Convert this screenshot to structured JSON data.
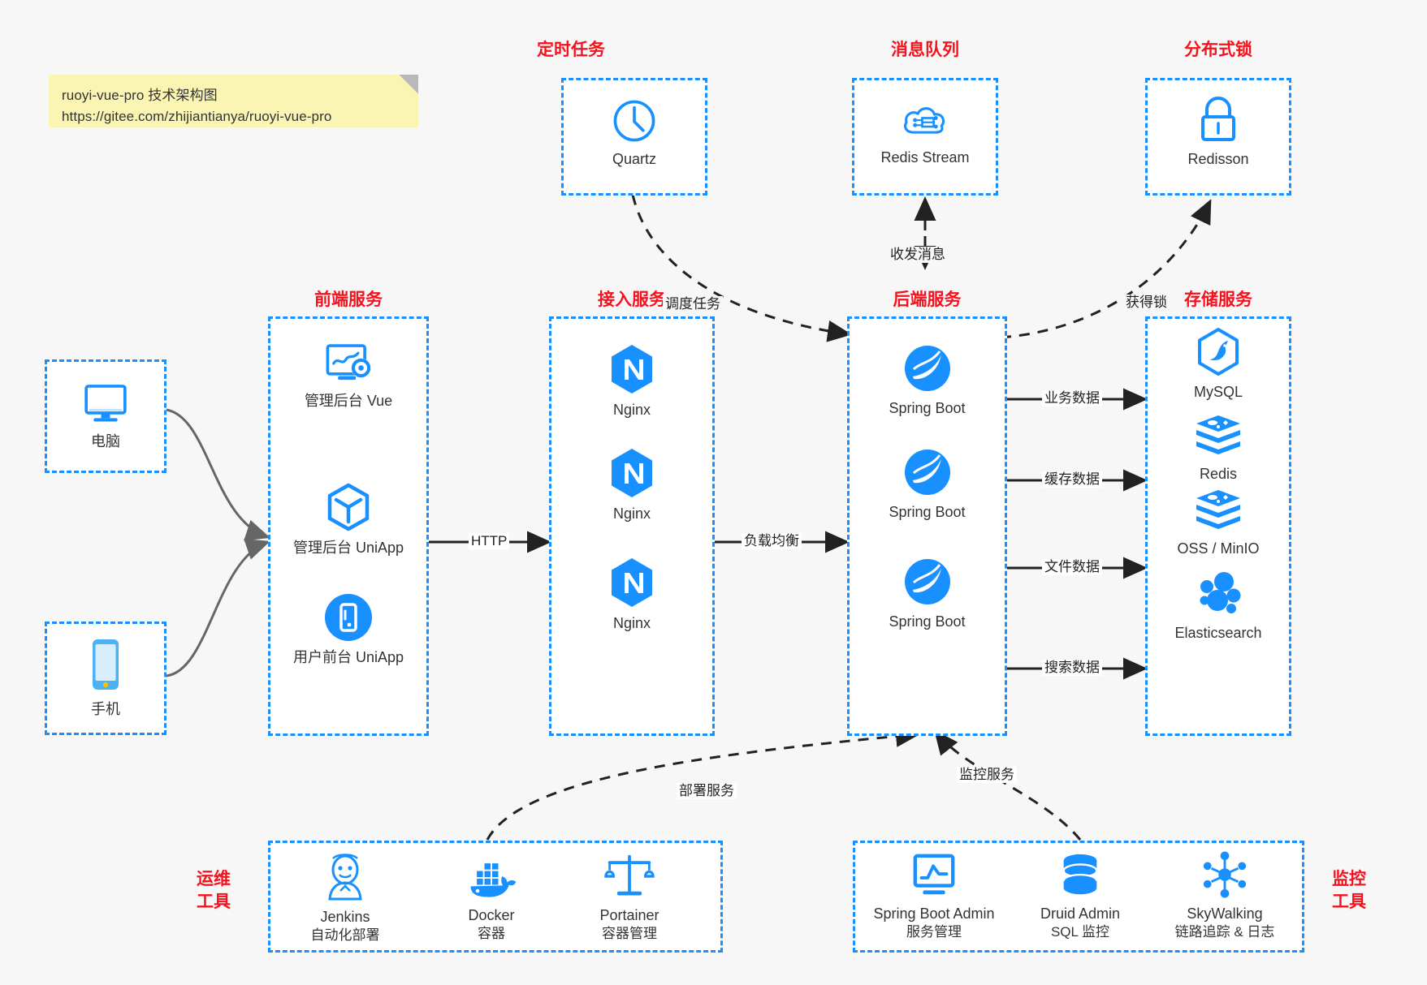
{
  "note": {
    "line1": "ruoyi-vue-pro 技术架构图",
    "line2": "https://gitee.com/zhijiantianya/ruoyi-vue-pro"
  },
  "colors": {
    "accent_blue": "#1890ff",
    "title_red": "#f5121e",
    "note_yellow": "#fbf5b4",
    "background": "#f7f7f7",
    "arrow_black": "#222222",
    "arrow_gray": "#666666"
  },
  "groups": {
    "scheduled_task": {
      "title": "定时任务",
      "nodes": [
        {
          "label": "Quartz",
          "icon": "clock-icon"
        }
      ]
    },
    "message_queue": {
      "title": "消息队列",
      "nodes": [
        {
          "label": "Redis Stream",
          "icon": "cloud-network-icon"
        }
      ]
    },
    "distributed_lock": {
      "title": "分布式锁",
      "nodes": [
        {
          "label": "Redisson",
          "icon": "lock-icon"
        }
      ]
    },
    "client_pc": {
      "title": "",
      "nodes": [
        {
          "label": "电脑",
          "icon": "desktop-icon"
        }
      ]
    },
    "client_phone": {
      "title": "",
      "nodes": [
        {
          "label": "手机",
          "icon": "mobile-icon"
        }
      ]
    },
    "frontend": {
      "title": "前端服务",
      "nodes": [
        {
          "label": "管理后台 Vue",
          "icon": "dashboard-icon"
        },
        {
          "label": "管理后台 UniApp",
          "icon": "cube-icon"
        },
        {
          "label": "用户前台 UniApp",
          "icon": "app-circle-icon"
        }
      ]
    },
    "gateway": {
      "title": "接入服务",
      "nodes": [
        {
          "label": "Nginx",
          "icon": "nginx-icon"
        },
        {
          "label": "Nginx",
          "icon": "nginx-icon"
        },
        {
          "label": "Nginx",
          "icon": "nginx-icon"
        }
      ]
    },
    "backend": {
      "title": "后端服务",
      "nodes": [
        {
          "label": "Spring Boot",
          "icon": "spring-icon"
        },
        {
          "label": "Spring Boot",
          "icon": "spring-icon"
        },
        {
          "label": "Spring Boot",
          "icon": "spring-icon"
        }
      ]
    },
    "storage": {
      "title": "存储服务",
      "nodes": [
        {
          "label": "MySQL",
          "icon": "mysql-icon"
        },
        {
          "label": "Redis",
          "icon": "redis-icon"
        },
        {
          "label": "OSS / MinIO",
          "icon": "redis-icon"
        },
        {
          "label": "Elasticsearch",
          "icon": "elasticsearch-icon"
        }
      ]
    },
    "devops": {
      "title": "运维\n工具",
      "title_line1": "运维",
      "title_line2": "工具",
      "nodes": [
        {
          "label": "Jenkins",
          "sub": "自动化部署",
          "icon": "jenkins-icon"
        },
        {
          "label": "Docker",
          "sub": "容器",
          "icon": "docker-icon"
        },
        {
          "label": "Portainer",
          "sub": "容器管理",
          "icon": "scales-icon"
        }
      ]
    },
    "monitor": {
      "title_line1": "监控",
      "title_line2": "工具",
      "nodes": [
        {
          "label": "Spring Boot Admin",
          "sub": "服务管理",
          "icon": "monitor-chart-icon"
        },
        {
          "label": "Druid Admin",
          "sub": "SQL 监控",
          "icon": "database-icon"
        },
        {
          "label": "SkyWalking",
          "sub": "链路追踪 & 日志",
          "icon": "skywalking-icon"
        }
      ]
    }
  },
  "edges": {
    "schedule_task": "调度任务",
    "send_receive_message": "收发消息",
    "acquire_lock": "获得锁",
    "http": "HTTP",
    "load_balance": "负载均衡",
    "business_data": "业务数据",
    "cache_data": "缓存数据",
    "file_data": "文件数据",
    "search_data": "搜索数据",
    "deploy_service": "部署服务",
    "monitor_service": "监控服务"
  }
}
